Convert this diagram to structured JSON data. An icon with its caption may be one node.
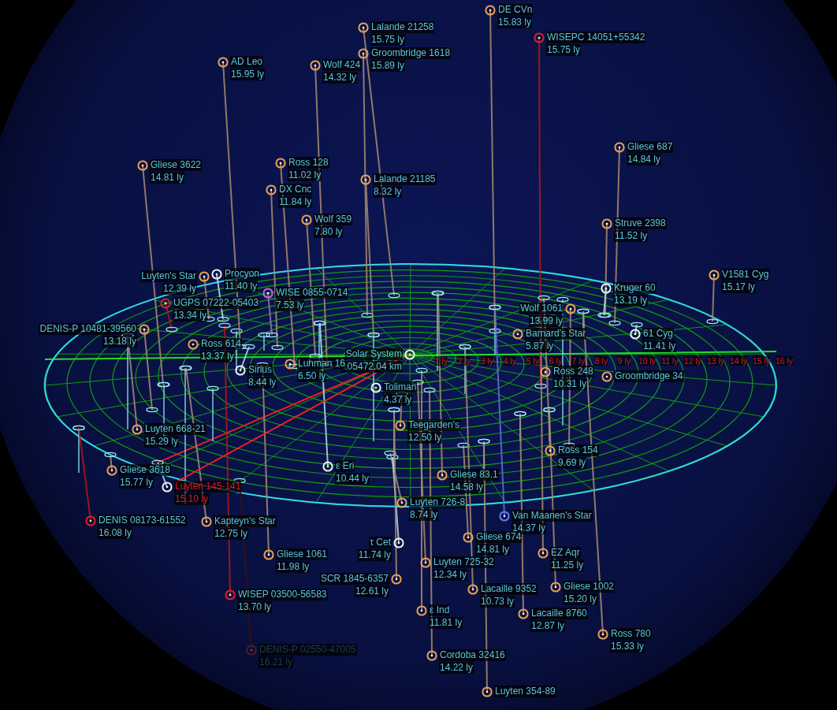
{
  "diagram": {
    "nodes": [
      {
        "text": [
          "DE CVn",
          "15.83 ly"
        ]
      },
      {
        "text": [
          "Lalande 21258",
          "15.75 ly"
        ]
      },
      {
        "text": [
          "WISEPC 14051+55342",
          "15.75 ly"
        ]
      },
      {
        "text": [
          "Groombridge 1618",
          "15.89 ly"
        ]
      },
      {
        "text": [
          "AD Leo",
          "15.95 ly"
        ]
      },
      {
        "text": [
          "Wolf 424",
          "14.32 ly"
        ]
      },
      {
        "text": [
          "Gliese 687",
          "14.84 ly"
        ]
      },
      {
        "text": [
          "Ross 128",
          "11.02 ly"
        ]
      },
      {
        "text": [
          "Gliese 3622",
          "14.81 ly"
        ]
      },
      {
        "text": [
          "Lalande 21185",
          "8.32 ly"
        ]
      },
      {
        "text": [
          "DX Cnc",
          "11.84 ly"
        ]
      },
      {
        "text": [
          "Wolf 359",
          "7.80 ly"
        ]
      },
      {
        "text": [
          "Struve 2398",
          "11.52 ly"
        ]
      },
      {
        "text": [
          "Procyon",
          "11.40 ly"
        ]
      },
      {
        "text": [
          "Luyten's Star",
          "12.39 ly"
        ]
      },
      {
        "text": [
          "V1581 Cyg",
          "15.17 ly"
        ]
      },
      {
        "text": [
          "Kruger 60",
          "13.19 ly"
        ]
      },
      {
        "text": [
          "WISE 0855-0714",
          "7.53 ly"
        ]
      },
      {
        "text": [
          "UGPS 07222-05403",
          "13.34 ly"
        ]
      },
      {
        "text": [
          "Wolf 1061",
          "13.99 ly"
        ]
      },
      {
        "text": [
          "DENIS-P 10481-39560",
          "13.18 ly"
        ]
      },
      {
        "text": [
          "Barnard's Star",
          "5.87 ly"
        ]
      },
      {
        "text": [
          "61 Cyg",
          "11.41 ly"
        ]
      },
      {
        "text": [
          "Ross 614",
          "13.37 ly"
        ]
      },
      {
        "text": [
          "Solar System",
          "105472.04 km"
        ]
      },
      {
        "text": [
          "Sirius",
          "8.44 ly"
        ]
      },
      {
        "text": [
          "Ross 248",
          "10.31 ly"
        ]
      },
      {
        "text": [
          "Groombridge 34"
        ]
      },
      {
        "text": [
          "Luhman 16",
          "6.50 ly"
        ]
      },
      {
        "text": [
          "Toliman",
          "4.37 ly"
        ]
      },
      {
        "text": [
          "Teegarden's",
          "12.50 ly"
        ]
      },
      {
        "text": [
          "Luyten 668-21",
          "15.29 ly"
        ]
      },
      {
        "text": [
          "Ross 154",
          "9.69 ly"
        ]
      },
      {
        "text": [
          "ε Eri",
          "10.44 ly"
        ]
      },
      {
        "text": [
          "Gliese 3618",
          "15.77 ly"
        ]
      },
      {
        "text": [
          "Gliese 83.1",
          "14.58 ly"
        ]
      },
      {
        "text": [
          "Luyten 145-141",
          "15.10 ly"
        ]
      },
      {
        "text": [
          "Luyten 726-8",
          "8.74 ly"
        ]
      },
      {
        "text": [
          "Van Maanen's Star",
          "14.37 ly"
        ]
      },
      {
        "text": [
          "DENIS 08173-61552",
          "16.08 ly"
        ]
      },
      {
        "text": [
          "Kapteyn's Star",
          "12.75 ly"
        ]
      },
      {
        "text": [
          "Gliese 674",
          "14.81 ly"
        ]
      },
      {
        "text": [
          "τ Cet",
          "11.74 ly"
        ]
      },
      {
        "text": [
          "EZ Aqr",
          "11.25 ly"
        ]
      },
      {
        "text": [
          "Gliese 1061",
          "11.98 ly"
        ]
      },
      {
        "text": [
          "Luyten 725-32",
          "12.34 ly"
        ]
      },
      {
        "text": [
          "SCR 1845-6357",
          "12.61 ly"
        ]
      },
      {
        "text": [
          "Gliese 1002",
          "15.20 ly"
        ]
      },
      {
        "text": [
          "Lacaille 9352",
          "10.73 ly"
        ]
      },
      {
        "text": [
          "WISEP 03500-56583",
          "13.70 ly"
        ]
      },
      {
        "text": [
          "ε Ind",
          "11.81 ly"
        ]
      },
      {
        "text": [
          "Lacaille 8760",
          "12.87 ly"
        ]
      },
      {
        "text": [
          "Ross 780",
          "15.33 ly"
        ]
      },
      {
        "text": [
          "DENIS-P 02550-47005",
          "16.21 ly"
        ]
      },
      {
        "text": [
          "Cordoba 32416",
          "14.22 ly"
        ]
      },
      {
        "text": [
          "Luyten 354-89"
        ]
      }
    ],
    "edges": [
      {
        "from": 24,
        "to": 36,
        "arrow": "none"
      }
    ],
    "labels": [
      "1 ly",
      "2 ly",
      "3 ly",
      "4 ly",
      "5 ly",
      "6 ly",
      "7 ly",
      "8 ly",
      "9 ly",
      "10 ly",
      "11 ly",
      "12 ly",
      "13 ly",
      "14 ly",
      "15 ly",
      "16 ly"
    ]
  }
}
